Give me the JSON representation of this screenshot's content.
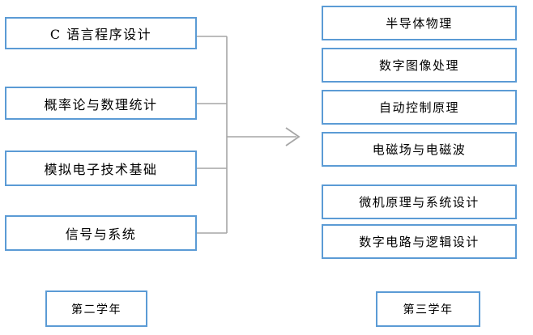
{
  "diagram": {
    "type": "curriculum-prerequisite-flow",
    "background_color": "#ffffff",
    "box_border_color": "#5B9BD5",
    "connector_color": "#A6A6A6",
    "text_color": "#000000",
    "left_column": {
      "year_label": "第二学年",
      "courses": [
        {
          "label": "C 语言程序设计"
        },
        {
          "label": "概率论与数理统计"
        },
        {
          "label": "模拟电子技术基础"
        },
        {
          "label": "信号与系统"
        }
      ]
    },
    "right_column": {
      "year_label": "第三学年",
      "courses": [
        {
          "label": "半导体物理"
        },
        {
          "label": "数字图像处理"
        },
        {
          "label": "自动控制原理"
        },
        {
          "label": "电磁场与电磁波"
        },
        {
          "label": "微机原理与系统设计"
        },
        {
          "label": "数字电路与逻辑设计"
        }
      ]
    },
    "arrow": {
      "direction": "right",
      "icon": "arrow-right-icon"
    }
  }
}
